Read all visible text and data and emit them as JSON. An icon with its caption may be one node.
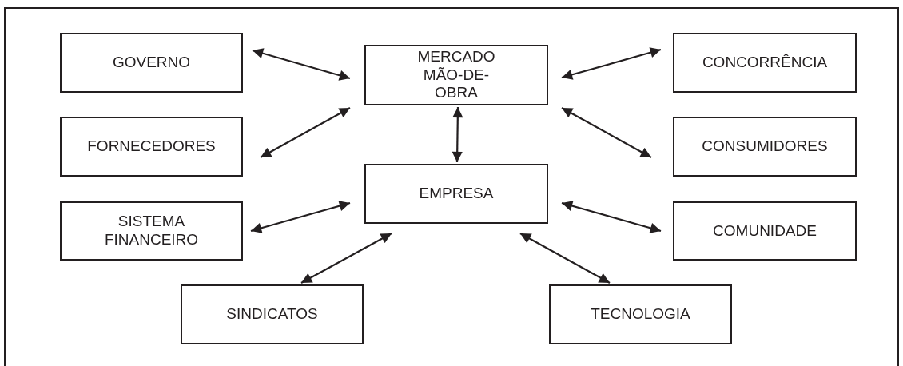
{
  "diagram": {
    "nodes": [
      {
        "text": [
          "GOVERNO"
        ]
      },
      {
        "text": [
          "MERCADO MÃO-DE-OBRA"
        ]
      },
      {
        "text": [
          "CONCORRÊNCIA"
        ]
      },
      {
        "text": [
          "FORNECEDORES"
        ]
      },
      {
        "text": [
          "CONSUMIDORES"
        ]
      },
      {
        "text": [
          "EMPRESA"
        ]
      },
      {
        "text": [
          "SISTEMA FINANCEIRO"
        ]
      },
      {
        "text": [
          "COMUNIDADE"
        ]
      },
      {
        "text": [
          "SINDICATOS"
        ]
      },
      {
        "text": [
          "TECNOLOGIA"
        ]
      }
    ],
    "edges": [
      {
        "from": 0,
        "to": 1,
        "arrow": "both"
      },
      {
        "from": 3,
        "to": 1,
        "arrow": "both"
      },
      {
        "from": 6,
        "to": 5,
        "arrow": "both"
      },
      {
        "from": 8,
        "to": 5,
        "arrow": "both"
      },
      {
        "from": 1,
        "to": 5,
        "arrow": "both"
      },
      {
        "from": 1,
        "to": 2,
        "arrow": "both"
      },
      {
        "from": 1,
        "to": 4,
        "arrow": "both"
      },
      {
        "from": 5,
        "to": 7,
        "arrow": "both"
      },
      {
        "from": 5,
        "to": 9,
        "arrow": "both"
      }
    ]
  }
}
